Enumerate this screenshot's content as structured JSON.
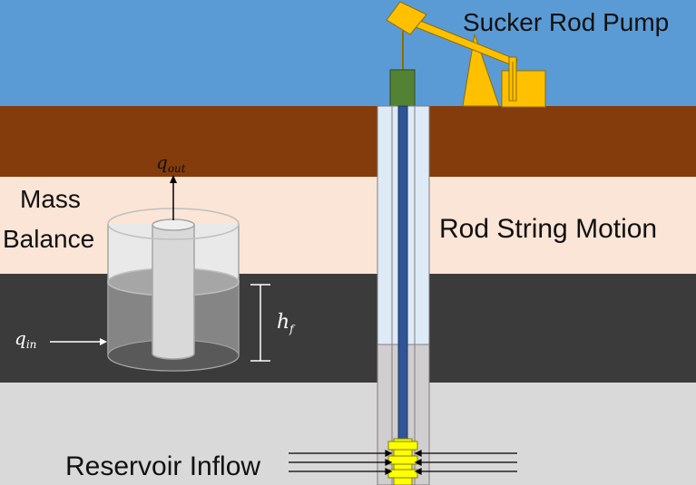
{
  "labels": {
    "sucker_rod_pump": "Sucker Rod Pump",
    "mass": "Mass",
    "balance": "Balance",
    "rod_string_motion": "Rod String Motion",
    "reservoir_inflow": "Reservoir Inflow"
  },
  "symbols": {
    "q_out": {
      "base": "q",
      "sub": "out"
    },
    "q_in": {
      "base": "q",
      "sub": "in"
    },
    "h_f": {
      "base": "h",
      "sub": "f"
    }
  },
  "colors": {
    "sky": "#5b9bd5",
    "topsoil": "#843c0c",
    "sand_layer": "#fbe5d6",
    "reservoir_layer": "#3b3b3b",
    "bedrock": "#d9d9d9",
    "pump_yellow": "#ffc000",
    "wellhead_green": "#548235",
    "casing_light": "#deebf7",
    "rod_blue": "#2f5597",
    "packer_yellow": "#ffff00"
  }
}
